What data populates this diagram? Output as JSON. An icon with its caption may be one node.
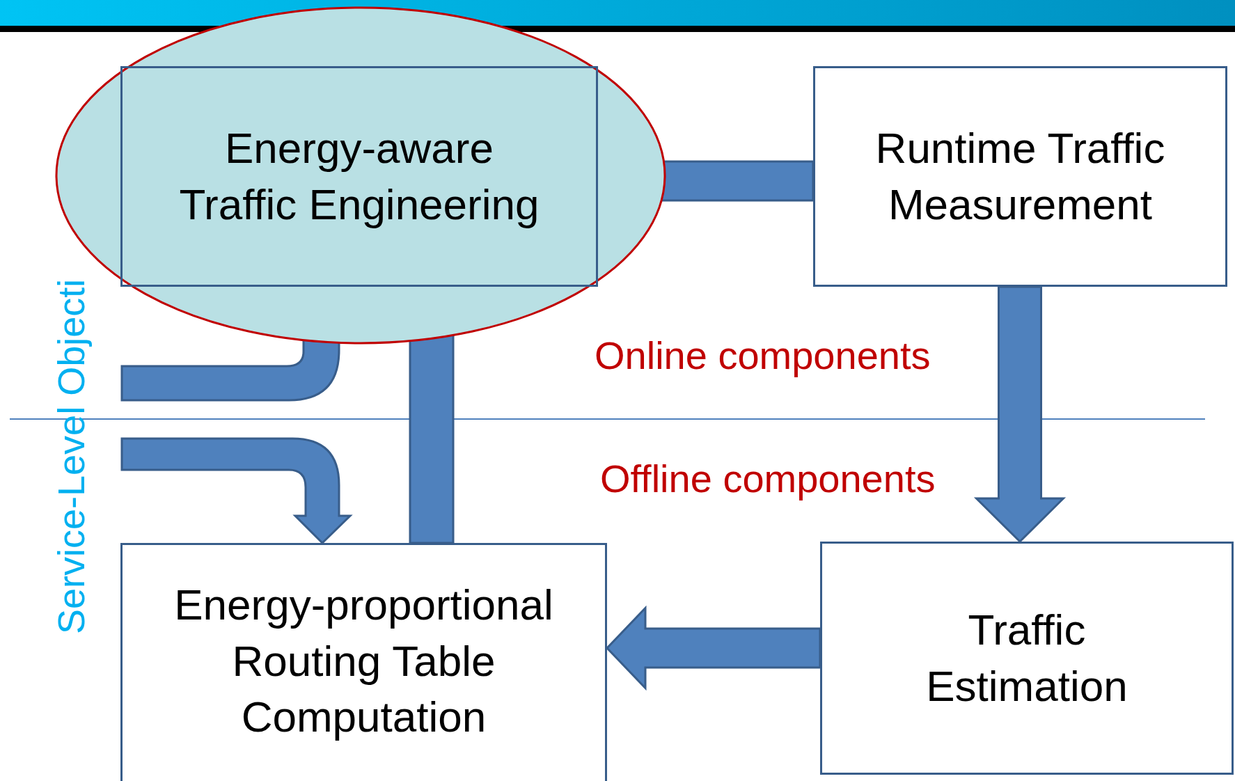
{
  "diagram": {
    "nodes": [
      {
        "text": [
          "Energy-aware Traffic Engineering"
        ]
      },
      {
        "text": [
          "Runtime Traffic Measurement"
        ]
      },
      {
        "text": [
          "Traffic Estimation"
        ]
      },
      {
        "text": [
          "Energy-proportional Routing Table Computation"
        ]
      },
      {
        "text": [
          "Service-Level Objecti"
        ]
      }
    ],
    "edges": [
      {
        "from": 0,
        "to": 1,
        "arrow": "none"
      },
      {
        "from": 1,
        "to": 2,
        "arrow": "to"
      },
      {
        "from": 2,
        "to": 3,
        "arrow": "to"
      },
      {
        "from": 0,
        "to": 3,
        "arrow": "none"
      },
      {
        "from": 4,
        "to": 0,
        "arrow": "none"
      },
      {
        "from": 4,
        "to": 3,
        "arrow": "to"
      }
    ],
    "labels": [
      "Online components",
      "Offline components"
    ]
  }
}
